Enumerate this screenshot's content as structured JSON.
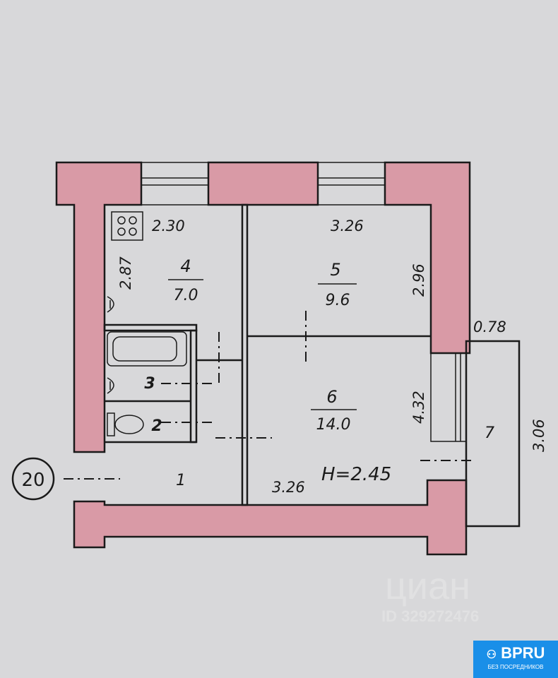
{
  "rooms": [
    {
      "number": "1",
      "area": ""
    },
    {
      "number": "2",
      "area": ""
    },
    {
      "number": "3",
      "area": ""
    },
    {
      "number": "4",
      "area": "7.0"
    },
    {
      "number": "5",
      "area": "9.6"
    },
    {
      "number": "6",
      "area": "14.0"
    },
    {
      "number": "7",
      "area": ""
    }
  ],
  "dimensions": {
    "kitchen_width": "2.30",
    "kitchen_length": "2.87",
    "room5_width": "3.26",
    "room5_length": "2.96",
    "room6_width": "3.26",
    "room6_length": "4.32",
    "balcony_width": "0.78",
    "balcony_length": "3.06",
    "ceiling_height": "H=2.45"
  },
  "axis_marker": "20",
  "watermark": {
    "brand": "циан",
    "id": "ID 329272476"
  },
  "badge": {
    "title": "BPRU",
    "subtitle": "БЕЗ ПОСРЕДНИКОВ",
    "color": "#1a8fe8"
  }
}
